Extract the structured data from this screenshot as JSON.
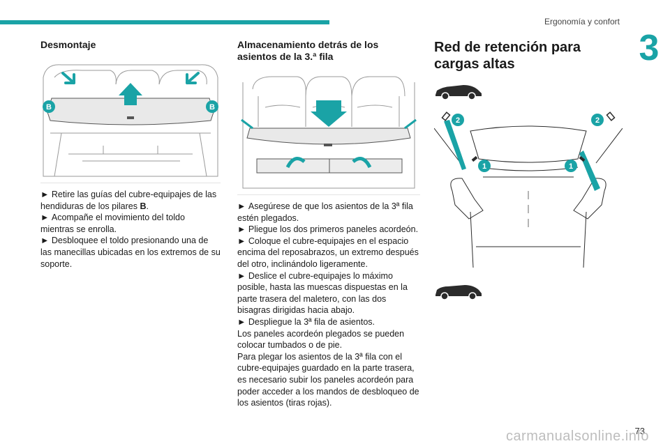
{
  "header": {
    "section": "Ergonomía y confort",
    "chapter": "3"
  },
  "col1": {
    "title": "Desmontaje",
    "label_b_left": "B",
    "label_b_right": "B",
    "paragraphs": [
      {
        "bullet": true,
        "text_before": "Retire las guías del cubre-equipajes de las hendiduras de los pilares ",
        "bold": "B",
        "text_after": "."
      },
      {
        "bullet": true,
        "text": "Acompañe el movimiento del toldo mientras se enrolla."
      },
      {
        "bullet": true,
        "text": "Desbloquee el toldo presionando una de las manecillas ubicadas en los extremos de su soporte."
      }
    ]
  },
  "col2": {
    "title": "Almacenamiento detrás de los asientos de la 3.ª fila",
    "paragraphs": [
      {
        "bullet": true,
        "text": "Asegúrese de que los asientos de la 3ª fila estén plegados."
      },
      {
        "bullet": true,
        "text": "Pliegue los dos primeros paneles acordeón."
      },
      {
        "bullet": true,
        "text": "Coloque el cubre-equipajes en el espacio encima del reposabrazos, un extremo después del otro, inclinándolo ligeramente."
      },
      {
        "bullet": true,
        "text": "Deslice el cubre-equipajes lo máximo posible, hasta las muescas dispuestas en la parte trasera del maletero, con las dos bisagras dirigidas hacia abajo."
      },
      {
        "bullet": true,
        "text": "Despliegue la 3ª fila de asientos."
      },
      {
        "bullet": false,
        "text": "Los paneles acordeón plegados se pueden colocar tumbados o de pie."
      },
      {
        "bullet": false,
        "text": "Para plegar los asientos de la 3ª fila con el cubre-equipajes guardado en la parte trasera, es necesario subir los paneles acordeón para poder acceder a los mandos de desbloqueo de los asientos (tiras rojas)."
      }
    ]
  },
  "col3": {
    "title": "Red de retención para cargas altas",
    "label_1_left": "1",
    "label_1_right": "1",
    "label_2_left": "2",
    "label_2_right": "2"
  },
  "footer": {
    "page": "73",
    "watermark": "carmanualsonline.info"
  },
  "colors": {
    "accent": "#1aa3a6",
    "line_art": "#9a9a9a",
    "dark": "#2b2b2b"
  }
}
